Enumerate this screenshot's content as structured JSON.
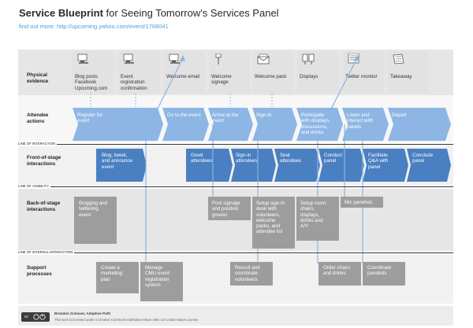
{
  "header": {
    "title_bold": "Service Blueprint",
    "title_rest": " for Seeing Tomorrow's Services Panel",
    "subtitle": "find out more: http://upcoming.yahoo.com/event/1768041"
  },
  "rows": {
    "physical": "Physical\nevidence",
    "attendee": "Attendee\nactions",
    "frontstage": "Front-of-stage\ninteractions",
    "backstage": "Back-of-stage\ninteractions",
    "support": "Support\nprocesses"
  },
  "lines": {
    "interaction": "LINE OF INTERACTION",
    "visibility": "LINE OF VISIBILITY",
    "internal": "LINE OF INTERNAL INTERACTION"
  },
  "evidence": [
    {
      "label": "Blog posts\nFacebook\nUpcoming.com",
      "icon": "computer-icon"
    },
    {
      "label": "Event\nregistration\nconfirmation",
      "icon": "computer-icon"
    },
    {
      "label": "Welcome email",
      "icon": "computer-icon"
    },
    {
      "label": "Welcome\nsignage",
      "icon": "signpost-icon"
    },
    {
      "label": "Welcome pack",
      "icon": "welcome-pack-icon"
    },
    {
      "label": "Displays",
      "icon": "displays-icon"
    },
    {
      "label": "Twitter monitor",
      "icon": "monitor-icon"
    },
    {
      "label": "Takeaway",
      "icon": "newspaper-icon"
    }
  ],
  "attendee_actions": [
    "Register for\nevent",
    "Go to the event",
    "Arrive at the\nevent",
    "Sign-in",
    "Participate\nwith displays,\ndiscussions,\nand drinks",
    "Listen and\ninteract with\npanels",
    "Depart"
  ],
  "frontstage": [
    "Blog, tweet,\nand announce\nevent",
    "Greet\nattendees",
    "Sign-in\nattendees",
    "Seat\nattendees",
    "Conduct\npanel",
    "Facilitate\nQ&A with\npanel",
    "Conclude\npanel"
  ],
  "backstage": [
    "Blogging and\ntwittering\nevent",
    "Post signage\nand position\ngreeter",
    "Setup sign-in\ndesk with\nvolunteers,\nwelcome\npacks, and\nattendee list",
    "Setup room:\nchairs,\ndisplays,\ndrinks and\nA/V",
    "Mic panelists"
  ],
  "support": [
    "Create a\nmarketing\nplan",
    "Manage\nCMU event\nregistration\nsystem",
    "Recruit and\ncoordinate\nvolunteers",
    "Order chairs\nand drinks",
    "Coordinate\npanelists"
  ],
  "footer": {
    "badge": "cc",
    "author": "Brandon Schauer, Adaptive Path",
    "license": "This work is licensed under a Creative Commons Attribution-Share Alike 3.0 United States License"
  },
  "colors": {
    "attendee_band": "#8db6e4",
    "frontstage_box": "#4a7fc1",
    "backstage_box": "#9d9d9d",
    "band_gray": "#e6e6e6",
    "band_light": "#f1f1f1",
    "connector": "#8bb3e0"
  }
}
